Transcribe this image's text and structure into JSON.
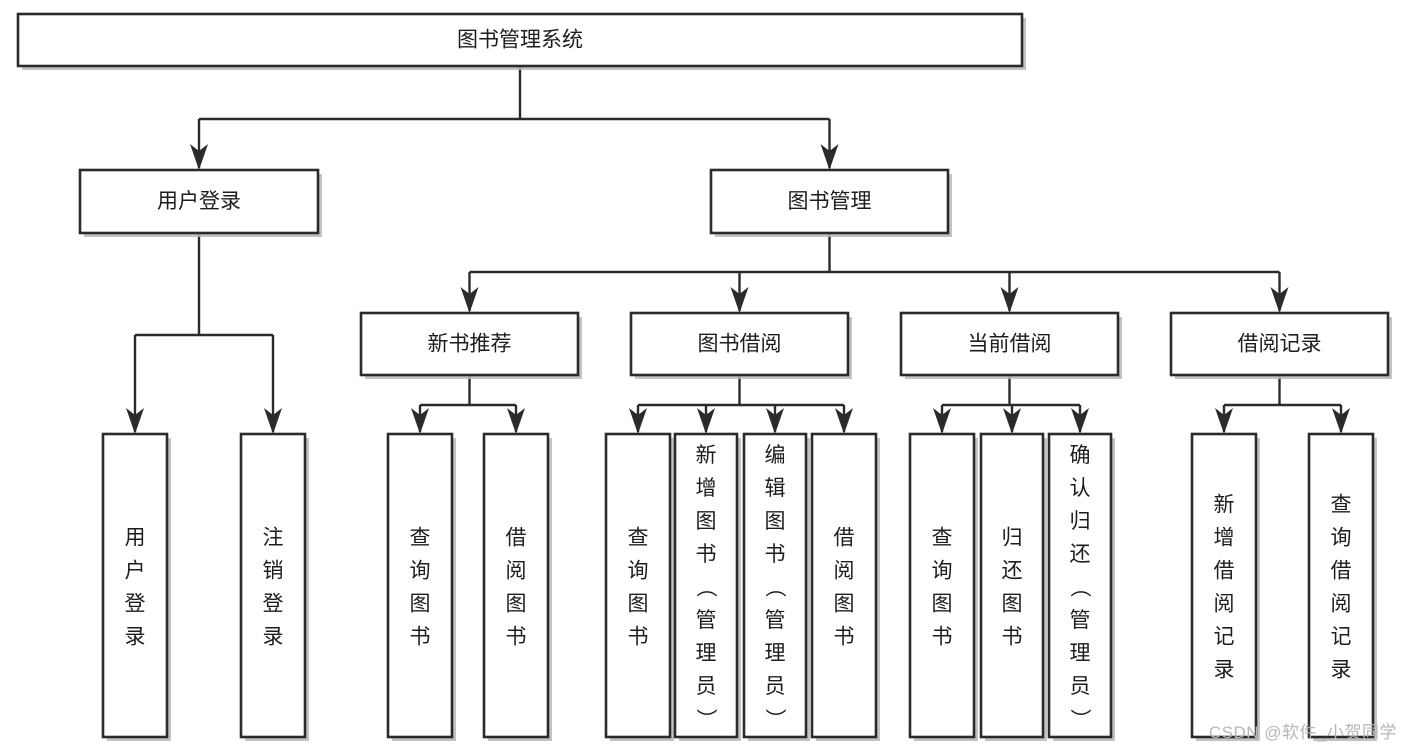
{
  "diagram": {
    "type": "tree-hierarchy-chart",
    "title_text": "图书管理系统",
    "watermark": "CSDN @软件_小贺同学",
    "colors": {
      "stroke": "#2b2b2b",
      "fill": "#ffffff",
      "text": "#1d1d1d",
      "watermark": "#b7b7b7",
      "shadow": "#b9b9b9"
    },
    "levels": {
      "root": {
        "label": "图书管理系统"
      },
      "level1": [
        {
          "label": "用户登录"
        },
        {
          "label": "图书管理"
        }
      ],
      "level2": [
        {
          "label": "新书推荐"
        },
        {
          "label": "图书借阅"
        },
        {
          "label": "当前借阅"
        },
        {
          "label": "借阅记录"
        }
      ],
      "leaves": {
        "user_login": [
          {
            "label": "用户登录"
          },
          {
            "label": "注销登录"
          }
        ],
        "new_book_recommend": [
          {
            "label": "查询图书"
          },
          {
            "label": "借阅图书"
          }
        ],
        "book_borrow": [
          {
            "label": "查询图书"
          },
          {
            "label": "新增图书（管理员）"
          },
          {
            "label": "编辑图书（管理员）"
          },
          {
            "label": "借阅图书"
          }
        ],
        "current_borrow": [
          {
            "label": "查询图书"
          },
          {
            "label": "归还图书"
          },
          {
            "label": "确认归还（管理员）"
          }
        ],
        "borrow_record": [
          {
            "label": "新增借阅记录"
          },
          {
            "label": "查询借阅记录"
          }
        ]
      }
    }
  }
}
